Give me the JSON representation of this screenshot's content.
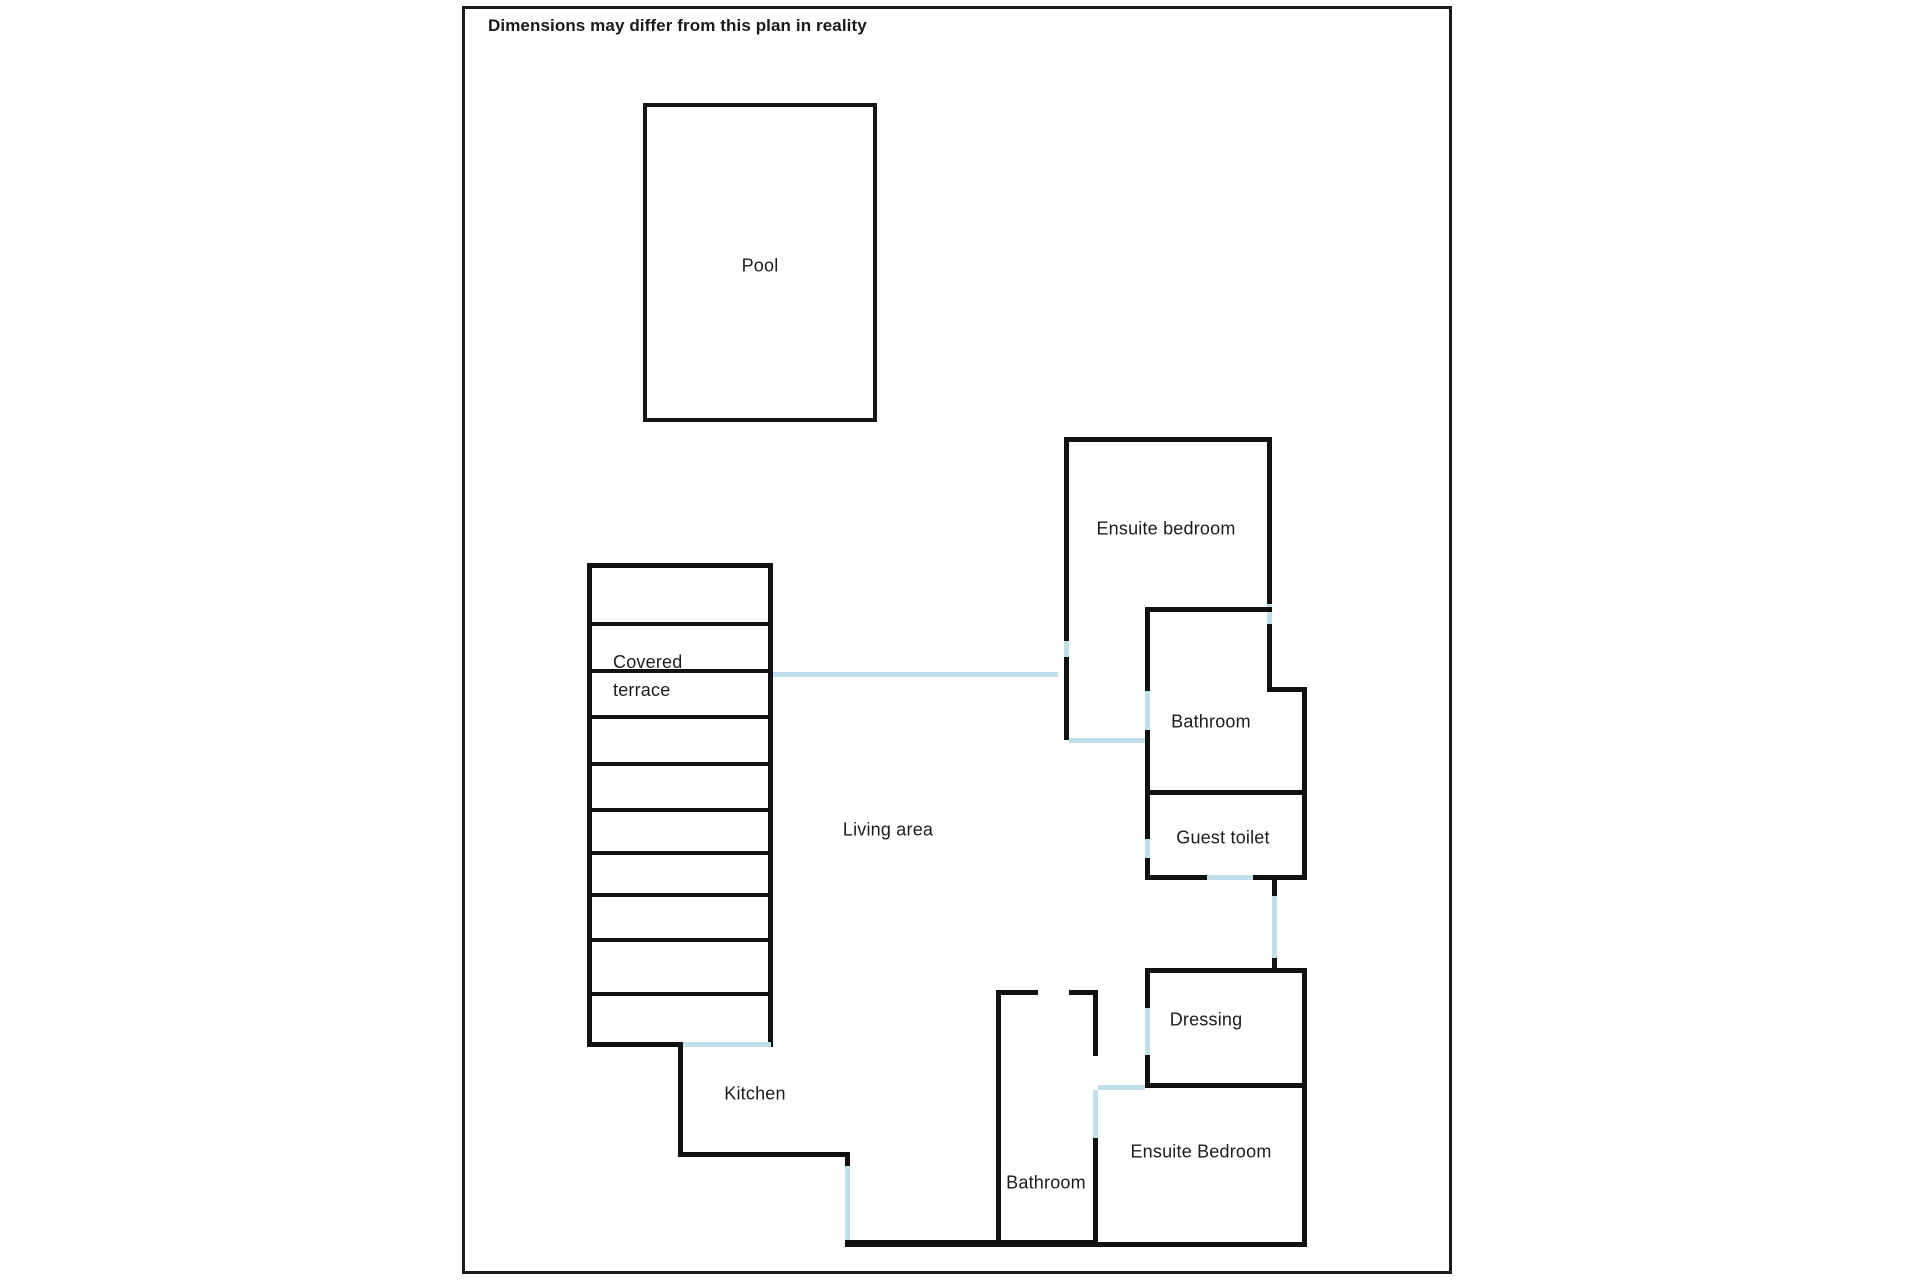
{
  "document": {
    "type": "floor-plan",
    "disclaimer": "Dimensions may differ from this plan in reality",
    "page_background": "#ffffff",
    "wall_color": "#111111",
    "door_color": "#bfdfe9",
    "border_color": "#1a1a1a"
  },
  "rooms": [
    {
      "id": "pool",
      "label": "Pool"
    },
    {
      "id": "covered-terrace",
      "label_line1": "Covered",
      "label_line2": "terrace"
    },
    {
      "id": "living-area",
      "label": "Living area"
    },
    {
      "id": "kitchen",
      "label": "Kitchen"
    },
    {
      "id": "ensuite-bedroom-upper",
      "label": "Ensuite bedroom"
    },
    {
      "id": "bathroom-upper",
      "label": "Bathroom"
    },
    {
      "id": "guest-toilet",
      "label": "Guest toilet"
    },
    {
      "id": "dressing",
      "label": "Dressing"
    },
    {
      "id": "ensuite-bedroom-lower",
      "label": "Ensuite Bedroom"
    },
    {
      "id": "bathroom-lower",
      "label": "Bathroom"
    }
  ],
  "labels": {
    "pool": "Pool",
    "covered_terrace_line1": "Covered",
    "covered_terrace_line2": "terrace",
    "living_area": "Living area",
    "kitchen": "Kitchen",
    "ensuite_bedroom_upper": "Ensuite bedroom",
    "bathroom_upper": "Bathroom",
    "guest_toilet": "Guest toilet",
    "dressing": "Dressing",
    "ensuite_bedroom_lower": "Ensuite Bedroom",
    "bathroom_lower": "Bathroom"
  }
}
